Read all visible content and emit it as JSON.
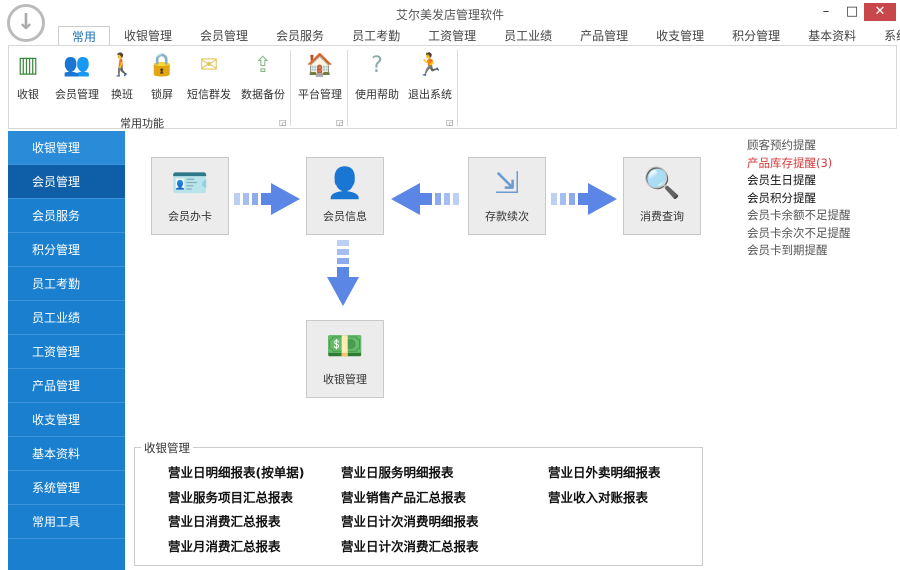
{
  "window": {
    "title": "艾尔美发店管理软件",
    "minimize": "–",
    "maximize": "□",
    "close": "✕"
  },
  "tabs": [
    "常用",
    "收银管理",
    "会员管理",
    "会员服务",
    "员工考勤",
    "工资管理",
    "员工业绩",
    "产品管理",
    "收支管理",
    "积分管理",
    "基本资料",
    "系统管理"
  ],
  "ribbon": {
    "groups": [
      {
        "label": "常用功能"
      },
      {
        "label": ""
      },
      {
        "label": ""
      }
    ],
    "buttons": [
      {
        "label": "收银",
        "icon": "cash-icon"
      },
      {
        "label": "会员管理",
        "icon": "users-icon"
      },
      {
        "label": "换班",
        "icon": "walk-icon"
      },
      {
        "label": "锁屏",
        "icon": "lock-icon"
      },
      {
        "label": "短信群发",
        "icon": "mail-icon"
      },
      {
        "label": "数据备份",
        "icon": "backup-icon"
      },
      {
        "label": "平台管理",
        "icon": "home-icon"
      },
      {
        "label": "使用帮助",
        "icon": "help-icon"
      },
      {
        "label": "退出系统",
        "icon": "exit-icon"
      }
    ]
  },
  "sidebar": [
    "收银管理",
    "会员管理",
    "会员服务",
    "积分管理",
    "员工考勤",
    "员工业绩",
    "工资管理",
    "产品管理",
    "收支管理",
    "基本资料",
    "系统管理",
    "常用工具"
  ],
  "flow": {
    "card": "会员办卡",
    "info": "会员信息",
    "deposit": "存款续次",
    "query": "消费查询",
    "cashier": "收银管理"
  },
  "reminders": [
    {
      "text": "顾客预约提醒",
      "style": ""
    },
    {
      "text": "产品库存提醒(3)",
      "style": "red"
    },
    {
      "text": "会员生日提醒",
      "style": "bold"
    },
    {
      "text": "会员积分提醒",
      "style": "bold"
    },
    {
      "text": "会员卡余额不足提醒",
      "style": ""
    },
    {
      "text": "会员卡余次不足提醒",
      "style": ""
    },
    {
      "text": "会员卡到期提醒",
      "style": ""
    }
  ],
  "reports": {
    "title": "收银管理",
    "items": [
      "营业日明细报表(按单据)",
      "营业服务项目汇总报表",
      "营业日消费汇总报表",
      "营业月消费汇总报表",
      "营业日服务明细报表",
      "营业销售产品汇总报表",
      "营业日计次消费明细报表",
      "营业日计次消费汇总报表",
      "营业日外卖明细报表",
      "营业收入对账报表"
    ]
  }
}
